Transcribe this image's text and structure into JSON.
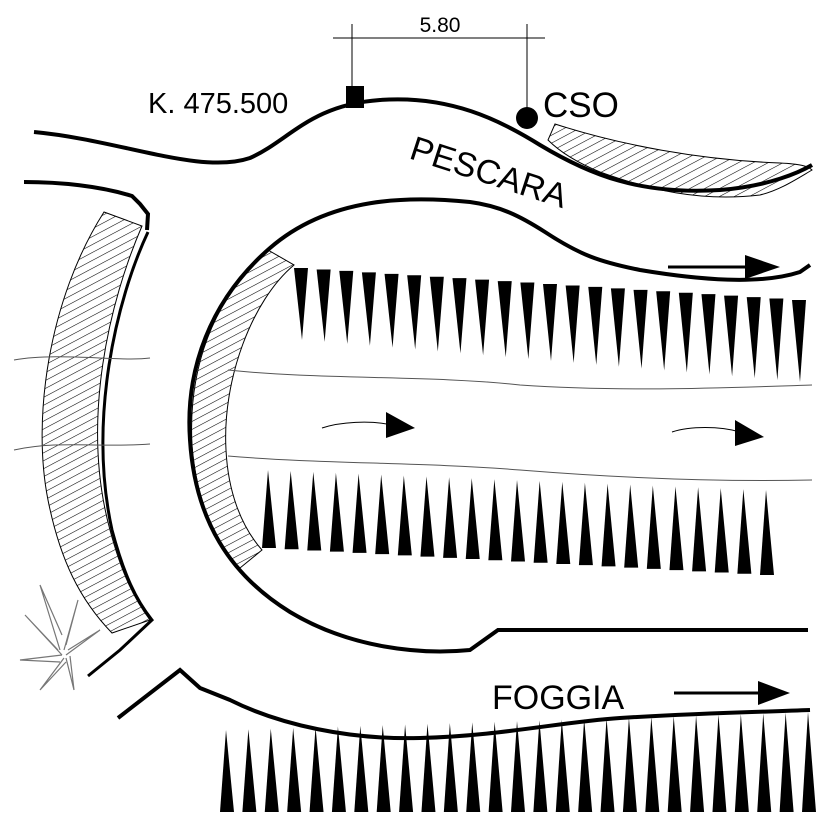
{
  "labels": {
    "dimension": "5.80",
    "chainage": "K. 475.500",
    "marker": "CSO",
    "road_upper": "PESCARA",
    "road_lower": "FOGGIA"
  },
  "colors": {
    "line": "#000000",
    "background": "#ffffff",
    "water_line": "#555555",
    "plant": "#777777"
  }
}
